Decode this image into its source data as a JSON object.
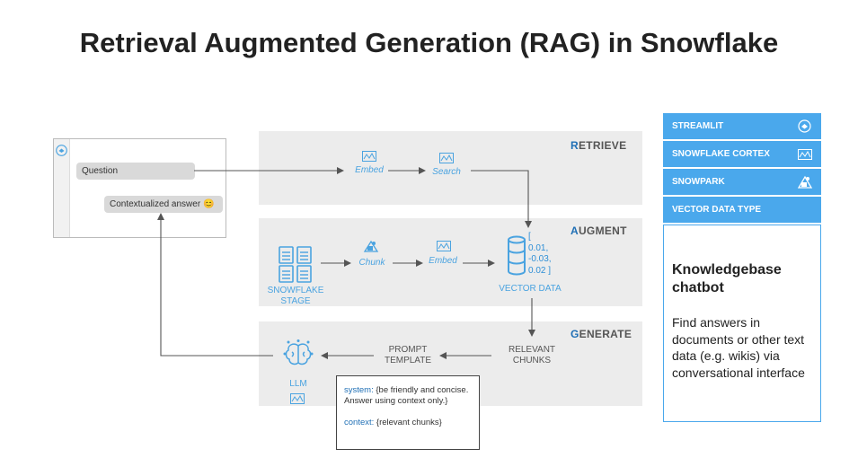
{
  "title": "Retrieval Augmented Generation (RAG) in Snowflake",
  "chat": {
    "question": "Question",
    "answer": "Contextualized answer",
    "answer_emoji": "😊"
  },
  "bands": {
    "retrieve": {
      "first": "R",
      "rest": "ETRIEVE"
    },
    "augment": {
      "first": "A",
      "rest": "UGMENT"
    },
    "generate": {
      "first": "G",
      "rest": "ENERATE"
    }
  },
  "nodes": {
    "embed_retrieve": "Embed",
    "search": "Search",
    "chunk": "Chunk",
    "embed_augment": "Embed",
    "snowflake_stage_line1": "SNOWFLAKE",
    "snowflake_stage_line2": "STAGE",
    "vector_data": "VECTOR DATA",
    "vector_values": [
      "[",
      "0.01,",
      "-0.03,",
      "0.02  ]"
    ],
    "relevant_chunks_line1": "RELEVANT",
    "relevant_chunks_line2": "CHUNKS",
    "prompt_template_line1": "PROMPT",
    "prompt_template_line2": "TEMPLATE",
    "llm": "LLM"
  },
  "prompt": {
    "system_key": "system:",
    "system_val": " {be friendly and concise. Answer using context only.}",
    "context_key": "context:",
    "context_val": " {relevant chunks}"
  },
  "legend": {
    "items": [
      {
        "label": "STREAMLIT",
        "icon": "streamlit-icon"
      },
      {
        "label": "SNOWFLAKE CORTEX",
        "icon": "cortex-icon"
      },
      {
        "label": "SNOWPARK",
        "icon": "snowpark-icon"
      },
      {
        "label": "VECTOR DATA TYPE",
        "icon": ""
      }
    ],
    "kb_title": "Knowledgebase chatbot",
    "kb_desc": "Find answers in documents or other text data (e.g. wikis) via conversational interface"
  },
  "colors": {
    "accent_blue": "#4aa8ec",
    "band_gray": "#ececec",
    "dark_blue": "#1f6fb5"
  }
}
